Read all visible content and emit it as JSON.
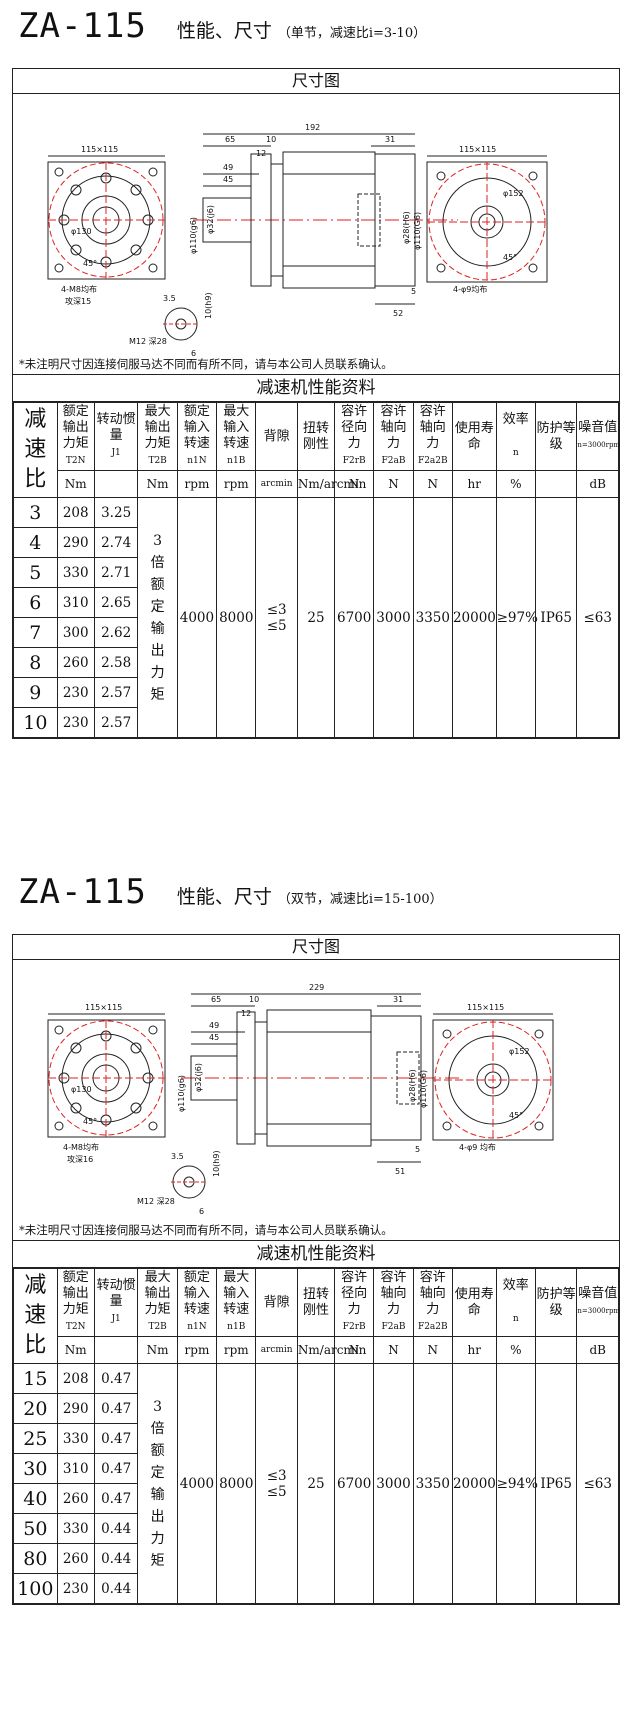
{
  "sections": [
    {
      "model": "ZA-115",
      "title": "性能、尺寸",
      "subtitle": "（单节，减速比i=3-10）",
      "drawing_caption": "尺寸图",
      "dims": {
        "flange_left": "115×115",
        "flange_right": "115×115",
        "total_len": "192",
        "d65": "65",
        "d10": "10",
        "d12": "12",
        "d31": "31",
        "d49": "49",
        "d45": "45",
        "d52": "52",
        "d5": "5",
        "dia110": "φ110(g6)",
        "dia32": "φ32(j6)",
        "dia130": "φ130",
        "dia28": "φ28(H6)",
        "dia110h": "φ110(G6)",
        "dia152": "φ152",
        "angle": "45°",
        "holes_left": "4-M8均布",
        "tap_depth": "攻深15",
        "holes_right": "4-φ9均布",
        "key_35": "3.5",
        "key_10": "10(h9)",
        "key_6": "6",
        "m12": "M12 深28"
      },
      "note": "*未注明尺寸因连接伺服马达不同而有所不同，请与本公司人员联系确认。",
      "perf_caption": "减速机性能资料",
      "efficiency": "≥97%"
    },
    {
      "model": "ZA-115",
      "title": "性能、尺寸",
      "subtitle": "（双节，减速比i=15-100）",
      "drawing_caption": "尺寸图",
      "dims": {
        "flange_left": "115×115",
        "flange_right": "115×115",
        "total_len": "229",
        "d65": "65",
        "d10": "10",
        "d12": "12",
        "d31": "31",
        "d49": "49",
        "d45": "45",
        "d52": "51",
        "d5": "5",
        "dia110": "φ110(g6)",
        "dia32": "φ32(j6)",
        "dia130": "φ130",
        "dia28": "φ28(H6)",
        "dia110h": "φ110(G6)",
        "dia152": "φ152",
        "angle": "45°",
        "holes_left": "4-M8均布",
        "tap_depth": "攻深16",
        "holes_right": "4-φ9 均布",
        "key_35": "3.5",
        "key_10": "10(h9)",
        "key_6": "6",
        "m12": "M12 深28"
      },
      "note": "*未注明尺寸因连接伺服马达不同而有所不同，请与本公司人员联系确认。",
      "perf_caption": "减速机性能资料",
      "efficiency": "≥94%"
    }
  ],
  "table_headers": {
    "ratio": [
      "减",
      "速",
      "比"
    ],
    "rated_torque": "额定输出力矩",
    "rated_torque_sym": "T2N",
    "inertia": "转动惯量",
    "inertia_sym": "J1",
    "max_torque": "最大输出力矩",
    "max_torque_sym": "T2B",
    "rated_speed": "额定输入转速",
    "rated_speed_sym": "n1N",
    "max_speed": "最大输入转速",
    "max_speed_sym": "n1B",
    "backlash": "背隙",
    "stiffness": "扭转刚性",
    "radial": "容许径向力",
    "radial_sym": "F2rB",
    "axial": "容许轴向力",
    "axial_sym": "F2aB",
    "axial2": "容许轴向力",
    "axial2_sym": "F2a2B",
    "life": "使用寿命",
    "eff": "效率",
    "eff_sym": "n",
    "ip": "防护等级",
    "noise": "噪音值",
    "noise_sym": "n=3000rpm"
  },
  "units": {
    "torque": "Nm",
    "max_torque": "Nm",
    "rpm1": "rpm",
    "rpm2": "rpm",
    "backlash": "arcmin",
    "stiffness": "Nm/arcmin",
    "f1": "N",
    "f2": "N",
    "f3": "N",
    "life": "hr",
    "eff": "%",
    "noise": "dB"
  },
  "common": {
    "max_torque_text": [
      "3",
      "倍",
      "额",
      "定",
      "输",
      "出",
      "力",
      "矩"
    ],
    "rated_speed": "4000",
    "max_speed": "8000",
    "backlash": [
      "≤3",
      "≤5"
    ],
    "stiffness": "25",
    "radial": "6700",
    "axial": "3000",
    "axial2": "3350",
    "life": "20000",
    "ip": "IP65",
    "noise": "≤63"
  },
  "rows_single": [
    {
      "ratio": "3",
      "torque": "208",
      "inertia": "3.25"
    },
    {
      "ratio": "4",
      "torque": "290",
      "inertia": "2.74"
    },
    {
      "ratio": "5",
      "torque": "330",
      "inertia": "2.71"
    },
    {
      "ratio": "6",
      "torque": "310",
      "inertia": "2.65"
    },
    {
      "ratio": "7",
      "torque": "300",
      "inertia": "2.62"
    },
    {
      "ratio": "8",
      "torque": "260",
      "inertia": "2.58"
    },
    {
      "ratio": "9",
      "torque": "230",
      "inertia": "2.57"
    },
    {
      "ratio": "10",
      "torque": "230",
      "inertia": "2.57"
    }
  ],
  "rows_double": [
    {
      "ratio": "15",
      "torque": "208",
      "inertia": "0.47"
    },
    {
      "ratio": "20",
      "torque": "290",
      "inertia": "0.47"
    },
    {
      "ratio": "25",
      "torque": "330",
      "inertia": "0.47"
    },
    {
      "ratio": "30",
      "torque": "310",
      "inertia": "0.47"
    },
    {
      "ratio": "40",
      "torque": "260",
      "inertia": "0.47"
    },
    {
      "ratio": "50",
      "torque": "330",
      "inertia": "0.44"
    },
    {
      "ratio": "80",
      "torque": "260",
      "inertia": "0.44"
    },
    {
      "ratio": "100",
      "torque": "230",
      "inertia": "0.44"
    }
  ]
}
